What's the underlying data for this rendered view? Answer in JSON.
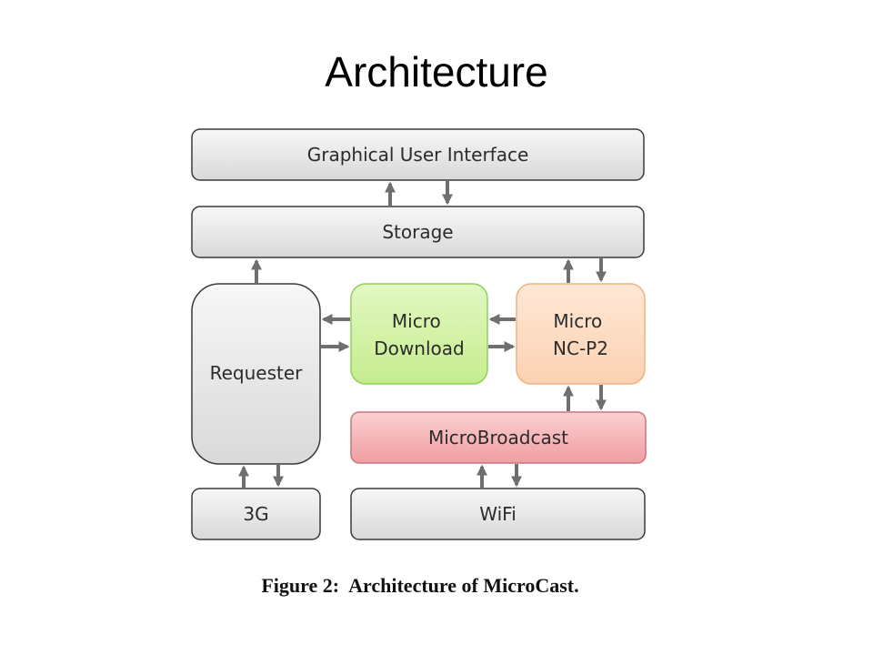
{
  "slide": {
    "title": "Architecture"
  },
  "diagram": {
    "boxes": {
      "gui": "Graphical User Interface",
      "storage": "Storage",
      "requester": "Requester",
      "micro_download": [
        "Micro",
        "Download"
      ],
      "micro_ncp2": [
        "Micro",
        "NC-P2"
      ],
      "microbroadcast": "MicroBroadcast",
      "cellular": "3G",
      "wifi": "WiFi"
    },
    "colors": {
      "box_gray": "#e4e4e4",
      "box_green": "#d2f2a6",
      "box_orange": "#fddcc4",
      "box_red": "#f6b3b5",
      "arrow": "#6f6f6f"
    }
  },
  "caption": {
    "figure_number": "Figure 2:",
    "text": "Architecture of MicroCast."
  }
}
